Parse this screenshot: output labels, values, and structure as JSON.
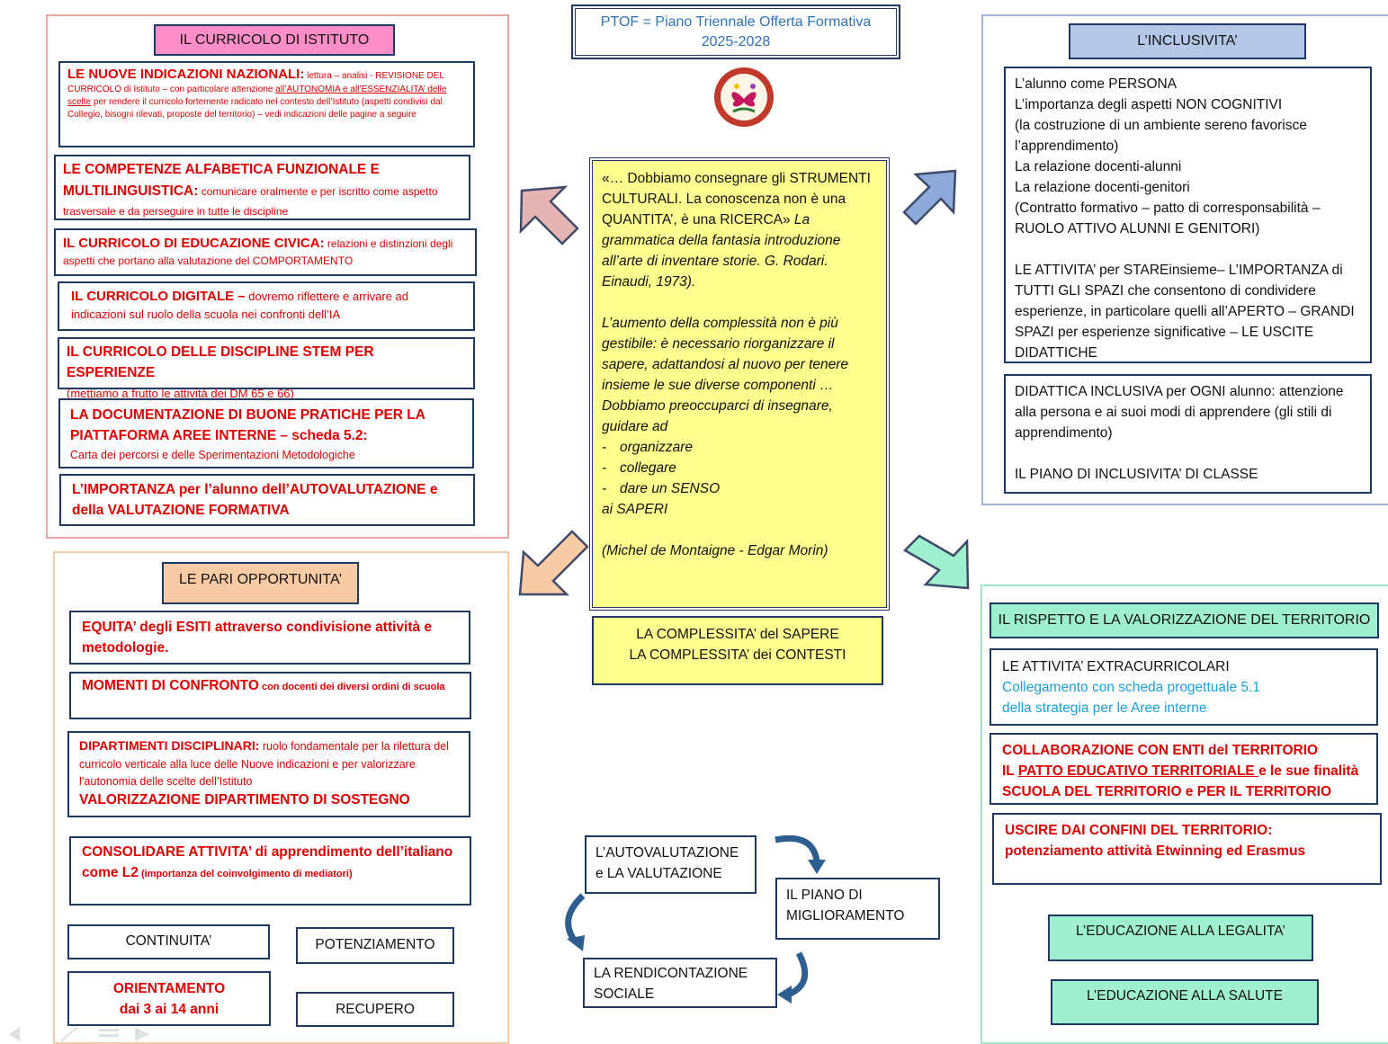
{
  "ptof": {
    "line1": "PTOF = Piano Triennale Offerta Formativa",
    "line2": "2025-2028"
  },
  "curricolo": {
    "title": "IL CURRICOLO DI ISTITUTO",
    "box1": {
      "head": "LE NUOVE INDICAZIONI NAZIONALI:",
      "t1": " lettura – analisi - REVISIONE DEL CURRICOLO di Istituto – con particolare attenzione ",
      "u": "all’AUTONOMIA e all’ESSENZIALITA’ delle scelte",
      "t2": " per rendere il curricolo fortemente radicato nel contesto dell’Istituto (aspetti condivisi dal Collegio, bisogni rilevati, proposte del territorio) – vedi indicazioni delle pagine a seguire"
    },
    "box2": {
      "head": "LE COMPETENZE ALFABETICA FUNZIONALE E MULTILINGUISTICA:",
      "t": " comunicare oralmente e per iscritto come aspetto trasversale e da perseguire in tutte le discipline"
    },
    "box3": {
      "head": "IL CURRICOLO DI EDUCAZIONE CIVICA:",
      "t": " relazioni e distinzioni degli aspetti che portano alla valutazione del COMPORTAMENTO"
    },
    "box4": {
      "head": "IL CURRICOLO DIGITALE –",
      "t": " dovremo riflettere e arrivare ad indicazioni sul ruolo della scuola nei confronti dell’IA"
    },
    "box5": {
      "head": "IL CURRICOLO DELLE DISCIPLINE STEM PER ESPERIENZE",
      "t": "(mettiamo a frutto le attività dei DM 65 e 66)"
    },
    "box6": {
      "head": "LA DOCUMENTAZIONE DI BUONE PRATICHE PER LA PIATTAFORMA AREE INTERNE – scheda 5.2:",
      "t": "Carta dei percorsi e delle Sperimentazioni Metodologiche"
    },
    "box7": {
      "head": "L’IMPORTANZA per l’alunno dell’AUTOVALUTAZIONE e della VALUTAZIONE FORMATIVA"
    }
  },
  "quote": {
    "l1": "«… Dobbiamo consegnare gli STRUMENTI CULTURALI.  La conoscenza non è una QUANTITA’, è una RICERCA» ",
    "l1i": "La grammatica della fantasia introduzione all’arte di inventare storie. G. Rodari. Einaudi, 1973).",
    "p2": "L’aumento della complessità non è più gestibile: è necessario riorganizzare il sapere, adattandosi al nuovo per tenere insieme le sue diverse componenti … Dobbiamo preoccuparci di insegnare, guidare ad",
    "items": [
      "organizzare",
      "collegare",
      "dare un SENSO"
    ],
    "after": "ai SAPERI",
    "author": "(Michel de Montaigne - Edgar Morin)"
  },
  "complessita": {
    "l1": "LA COMPLESSITA’ del SAPERE",
    "l2": "LA COMPLESSITA’ dei CONTESTI"
  },
  "inclusivita": {
    "title": "L’INCLUSIVITA’",
    "box1": [
      "L’alunno come PERSONA",
      "L’importanza degli aspetti NON COGNITIVI",
      "(la costruzione di un ambiente sereno favorisce l’apprendimento)",
      "La relazione docenti-alunni",
      "La relazione docenti-genitori",
      "(Contratto formativo – patto di corresponsabilità – RUOLO ATTIVO ALUNNI E GENITORI)",
      "",
      "LE ATTIVITA’ per STAREinsieme– L’IMPORTANZA di TUTTI GLI SPAZI che consentono di condividere esperienze, in particolare quelli all’APERTO – GRANDI SPAZI per esperienze significative – LE USCITE DIDATTICHE"
    ],
    "box2": [
      "DIDATTICA INCLUSIVA per OGNI alunno: attenzione alla persona e ai suoi modi di apprendere (gli stili di apprendimento)",
      "",
      "IL PIANO DI INCLUSIVITA’ DI CLASSE"
    ]
  },
  "pari": {
    "title": "LE PARI OPPORTUNITA’",
    "box1": "EQUITA’ degli ESITI attraverso condivisione  attività e metodologie.",
    "box2": {
      "head": "MOMENTI DI CONFRONTO",
      "t": " con docenti dei diversi ordini di scuola"
    },
    "box3": {
      "head": "DIPARTIMENTI DISCIPLINARI:",
      "t": " ruolo fondamentale per la rilettura del curricolo verticale alla luce delle Nuove indicazioni e per valorizzare l’autonomia delle scelte dell’Istituto",
      "tail": "VALORIZZAZIONE DIPARTIMENTO DI SOSTEGNO"
    },
    "box4": {
      "head": "CONSOLIDARE ATTIVITA’  di apprendimento dell’italiano  come L2",
      "t": " (importanza del coinvolgimento di mediatori)"
    },
    "continuita": "CONTINUITA’",
    "potenziamento": "POTENZIAMENTO",
    "orientamento1": "ORIENTAMENTO",
    "orientamento2": "dai 3 ai 14 anni",
    "recupero": "RECUPERO"
  },
  "cycle": {
    "a1": "L’AUTOVALUTAZIONE",
    "a2": "e LA VALUTAZIONE",
    "b1": "IL PIANO DI",
    "b2": "MIGLIORAMENTO",
    "c1": "LA RENDICONTAZIONE",
    "c2": "SOCIALE"
  },
  "territorio": {
    "title": "IL RISPETTO  E LA VALORIZZAZIONE DEL TERRITORIO",
    "box1": {
      "l1": "LE ATTIVITA’  EXTRACURRICOLARI",
      "l2": "Collegamento con scheda progettuale 5.1",
      "l3": "della strategia per le Aree interne"
    },
    "box2": {
      "l1": "COLLABORAZIONE CON ENTI del TERRITORIO",
      "l2a": "IL ",
      "l2u": "PATTO EDUCATIVO TERRITORIALE ",
      "l2b": "e le sue finalità",
      "l3": "SCUOLA DEL TERRITORIO e PER IL TERRITORIO"
    },
    "box3": {
      "l1": "USCIRE DAI CONFINI DEL TERRITORIO:",
      "l2": "potenziamento attività Etwinning ed Erasmus"
    },
    "legalita": "L’EDUCAZIONE  ALLA LEGALITA’",
    "salute": "L’EDUCAZIONE  ALLA SALUTE"
  }
}
